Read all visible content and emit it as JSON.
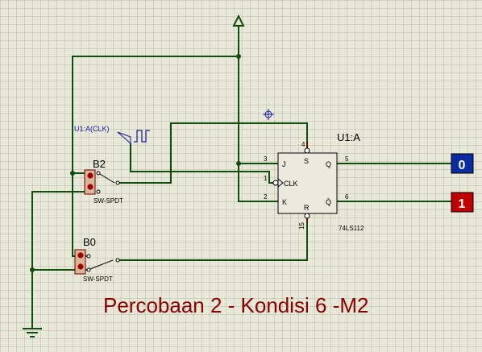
{
  "chip": {
    "ref": "U1:A",
    "part": "74LS112",
    "pins": {
      "j_num": "3",
      "clk_num": "1",
      "k_num": "2",
      "s_num": "4",
      "r_num": "15",
      "q_num": "5",
      "qbar_num": "6"
    },
    "pin_labels": {
      "j": "J",
      "clk": "CLK",
      "k": "K",
      "s": "S",
      "r": "R",
      "q": "Q",
      "qbar": "Q̄"
    }
  },
  "clock_source": {
    "label": "U1:A(CLK)"
  },
  "switches": [
    {
      "ref": "B2",
      "type": "SW-SPDT"
    },
    {
      "ref": "B0",
      "type": "SW-SPDT"
    }
  ],
  "outputs": {
    "q": {
      "value": "0",
      "color": "#0a2ca0"
    },
    "qbar": {
      "value": "1",
      "color": "#c00000"
    }
  },
  "caption": "Percobaan 2 - Kondisi 6 -M2",
  "colors": {
    "wire": "#0f4d0f",
    "caption": "#8b0000",
    "pin": "#6b0000"
  }
}
